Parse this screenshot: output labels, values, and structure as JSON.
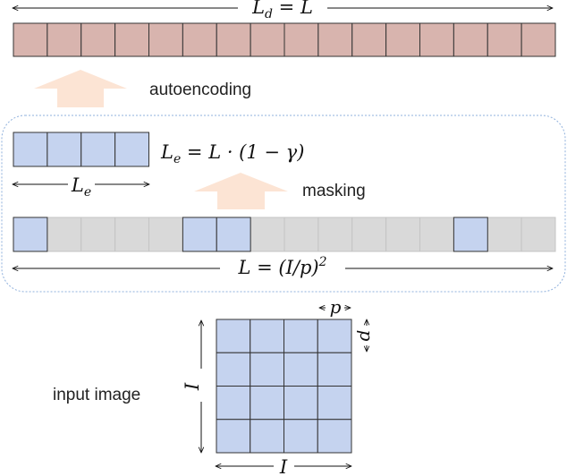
{
  "colors": {
    "decoded_patch": "#d8b4ae",
    "decoded_patch_stroke": "#333333",
    "visible_patch": "#c5d3ef",
    "visible_patch_stroke": "#333333",
    "masked_patch": "#d9d9d9",
    "masked_patch_stroke": "#c4c4c4",
    "arrow_fill": "#fce4d4",
    "encoder_border": "#8fb0dc"
  },
  "decoded_row": {
    "length_label": "L_d = L",
    "patch_count": 16
  },
  "autoencoding": {
    "label": "autoencoding",
    "arrow_icon": "up-arrow-icon"
  },
  "encoder_box": {
    "visible_row": {
      "patch_count": 4,
      "length_label": "L_e",
      "formula": "L_e = L · (1 − γ)"
    },
    "masking": {
      "label": "masking",
      "arrow_icon": "up-arrow-icon"
    },
    "input_row": {
      "patch_count": 16,
      "visible_indices": [
        0,
        5,
        6,
        13
      ],
      "length_label": "L = (I/p)^2"
    }
  },
  "input_image": {
    "label": "input image",
    "grid_rows": 4,
    "grid_cols": 4,
    "size_label": "I",
    "patch_label": "p"
  }
}
